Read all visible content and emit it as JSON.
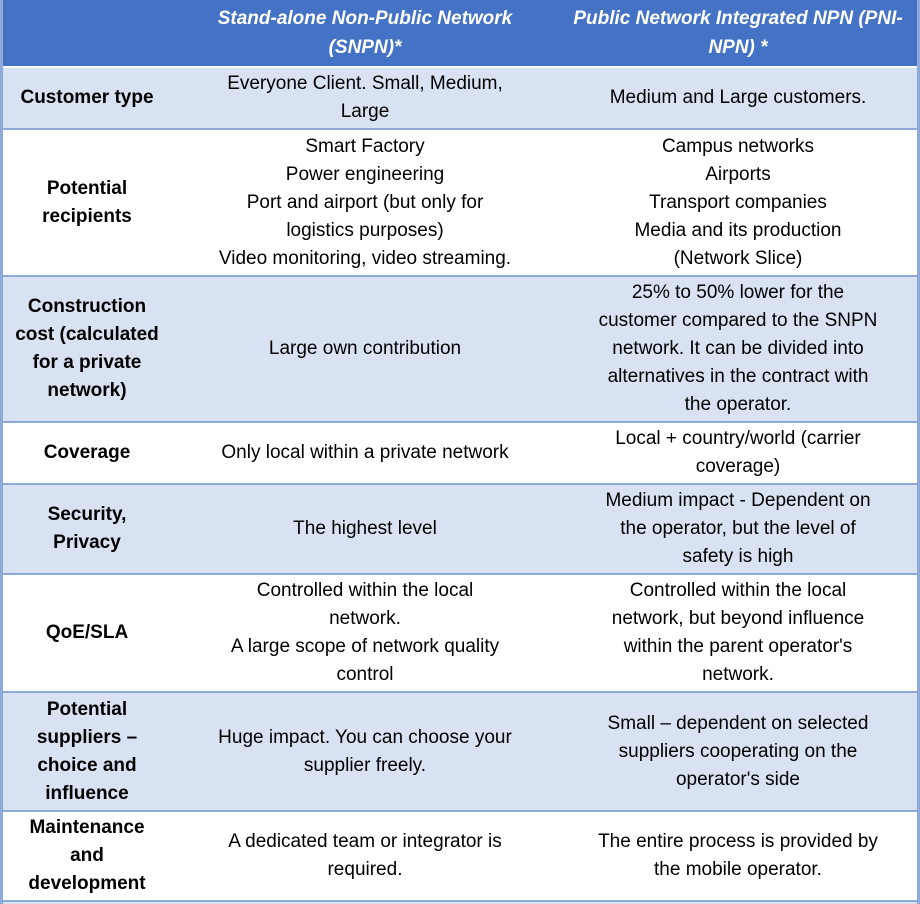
{
  "colors": {
    "header_bg": "#4472C4",
    "row_alt_bg": "#D9E2F3",
    "row_bg": "#FFFFFF",
    "border": "#8EAADB",
    "header_text": "#FFFFFF",
    "body_text": "#000000"
  },
  "table": {
    "header": {
      "col1": "",
      "col2": "Stand-alone Non-Public Network (SNPN)*",
      "col3": "Public Network Integrated NPN (PNI-NPN) *"
    },
    "rows": [
      {
        "label": "Customer type",
        "snpn": "Everyone Client. Small, Medium,\nLarge",
        "pni": "Medium and Large customers."
      },
      {
        "label": "Potential\nrecipients",
        "snpn": "Smart Factory\nPower engineering\nPort and airport (but only for\nlogistics purposes)\nVideo monitoring, video streaming.",
        "pni": "Campus networks\nAirports\nTransport companies\nMedia and its production\n(Network Slice)"
      },
      {
        "label": "Construction\ncost (calculated\nfor a private\nnetwork)",
        "snpn": "Large own contribution",
        "pni": "25% to 50% lower for the\ncustomer compared to the SNPN\nnetwork. It can be divided into\nalternatives in the contract with\nthe operator."
      },
      {
        "label": "Coverage",
        "snpn": "Only local within a private network",
        "pni": "Local + country/world (carrier\ncoverage)"
      },
      {
        "label": "Security,\nPrivacy",
        "snpn": "The highest level",
        "pni": "Medium impact - Dependent on\nthe operator, but the level of\nsafety is high"
      },
      {
        "label": "QoE/SLA",
        "snpn": "Controlled within the local\nnetwork.\nA large scope of network quality\ncontrol",
        "pni": "Controlled within the local\nnetwork, but beyond influence\nwithin the parent operator's\nnetwork."
      },
      {
        "label": "Potential\nsuppliers –\nchoice and\ninfluence",
        "snpn": "Huge impact. You can choose your\nsupplier freely.",
        "pni": "Small – dependent on selected\nsuppliers cooperating on the\noperator's side"
      },
      {
        "label": "Maintenance\nand\ndevelopment",
        "snpn": "A dedicated team or integrator is\nrequired.",
        "pni": "The entire process is provided by\nthe mobile operator."
      }
    ]
  }
}
